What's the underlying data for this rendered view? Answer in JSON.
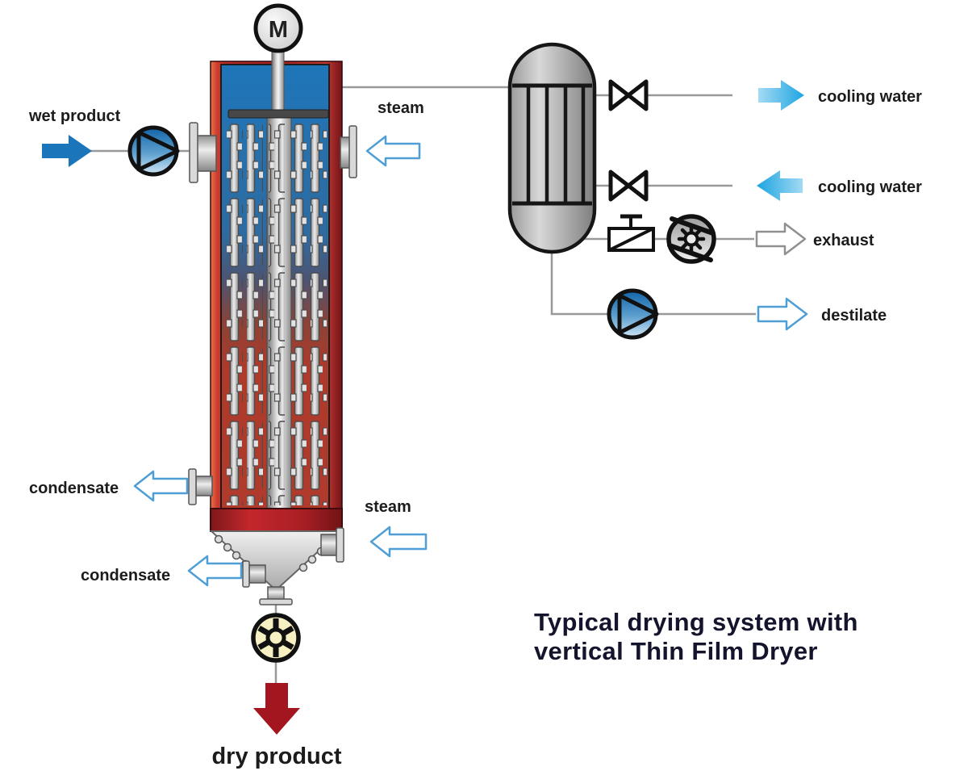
{
  "title": {
    "line1": "Typical drying system with",
    "line2": "vertical Thin Film Dryer"
  },
  "motor": {
    "label": "M"
  },
  "labels": {
    "wet_product": "wet product",
    "steam_top": "steam",
    "steam_bottom": "steam",
    "condensate_upper": "condensate",
    "condensate_lower": "condensate",
    "dry_product": "dry product",
    "cooling_water_out": "cooling water",
    "cooling_water_in": "cooling water",
    "exhaust": "exhaust",
    "destilate": "destilate"
  },
  "icons": {
    "motor-icon": "circle with letter M",
    "feed-pump-icon": "circle with inscribed triangle",
    "destilate-pump-icon": "circle with inscribed triangle",
    "shutoff-valve-icon": "bowtie valve",
    "control-valve-icon": "gate valve with T-handle",
    "vacuum-pump-icon": "circle with impeller and chords",
    "rotary-valve-icon": "spoked wheel airlock"
  },
  "colors": {
    "jacket_red": "#c1272d",
    "interior_blue": "#1d76ba",
    "product_arrow_blue": "#1b75bb",
    "cooling_cyan": "#29abe2",
    "outline_arrow_blue": "#4f9fd6",
    "dry_product_red": "#a4161f",
    "rotary_valve_yellow": "#f6f0c2",
    "metal_gray": "#c8c8c8",
    "pipe_line_gray": "#999999",
    "title_color": "#14142d"
  }
}
